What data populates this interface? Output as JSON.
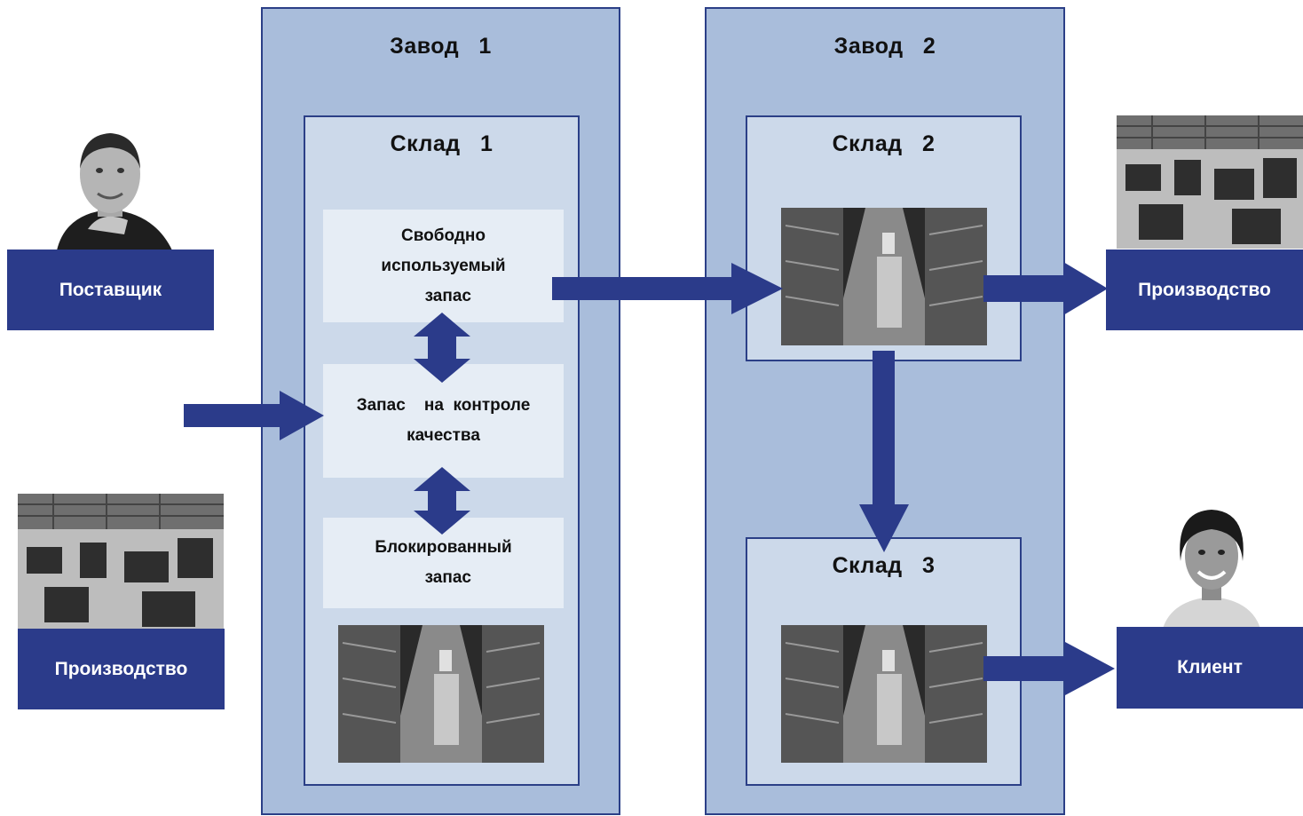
{
  "plants": [
    {
      "title": "Завод   1"
    },
    {
      "title": "Завод   2"
    }
  ],
  "warehouses": [
    {
      "title": "Склад   1"
    },
    {
      "title": "Склад   2"
    },
    {
      "title": "Склад   3"
    }
  ],
  "stock_types": {
    "unrestricted": [
      "Свободно",
      "используемый",
      "  запас"
    ],
    "quality_inspection": [
      "Запас    на  контроле",
      "качества"
    ],
    "blocked": [
      "Блокированный",
      "  запас"
    ]
  },
  "actors": {
    "supplier": "Поставщик",
    "production_left": "Производство",
    "production_right": "Производство",
    "customer": "Клиент"
  },
  "colors": {
    "plant_bg": "#a9bddb",
    "warehouse_bg": "#ccd9ea",
    "stock_bg": "#e6edf5",
    "arrow": "#2b3b8a",
    "label_bg": "#2b3b8a"
  },
  "icons": {
    "supplier": "man-portrait-photo",
    "customer": "woman-portrait-photo",
    "production": "factory-floor-photo",
    "warehouse": "warehouse-aisle-photo"
  }
}
